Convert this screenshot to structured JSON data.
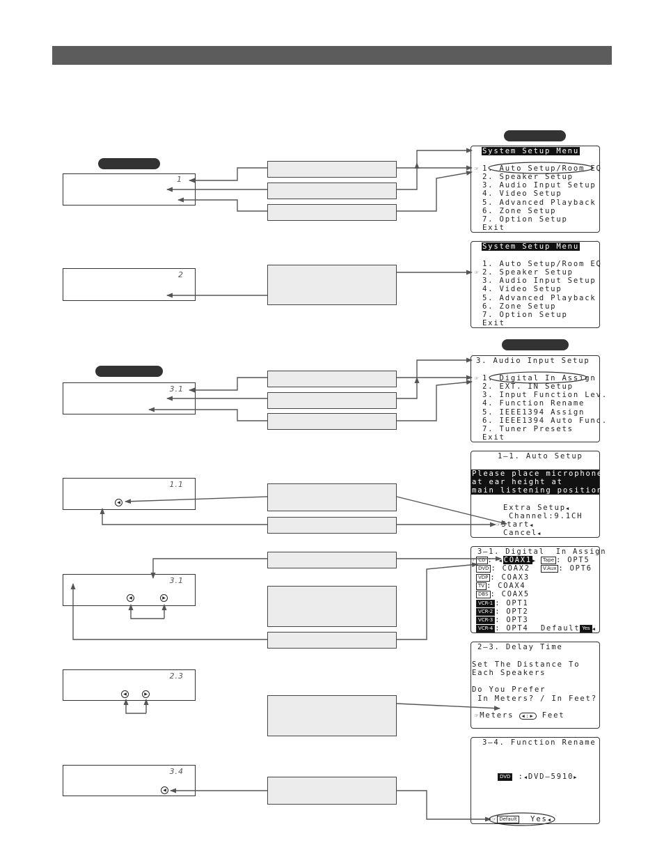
{
  "menu_main": {
    "title": "System Setup Menu",
    "items": [
      "1. Auto Setup/Room EQ",
      "2. Speaker Setup",
      "3. Audio Input Setup",
      "4. Video Setup",
      "5. Advanced Playback",
      "6. Zone Setup",
      "7. Option Setup",
      "Exit"
    ],
    "cursor": "☞"
  },
  "lcd_numbers": [
    "1",
    "2",
    "3.1",
    "1.1",
    "3.1",
    "2.3",
    "3.4"
  ],
  "menu_audio": {
    "title": "3. Audio Input Setup",
    "items": [
      "1. Digital In Assign",
      "2. EXT. IN Setup",
      "3. Input Function Lev.",
      "4. Function Rename",
      "5. IEEE1394 Assign",
      "6. IEEE1394 Auto Func.",
      "7. Tuner Presets",
      "Exit"
    ]
  },
  "auto_setup": {
    "title": "1–1. Auto Setup",
    "message": [
      "Please place microphone",
      "at ear height at",
      "main listening position."
    ],
    "extra": "Extra Setup",
    "channel": "Channel:9.1CH",
    "start": "Start",
    "cancel": "Cancel"
  },
  "digital_assign": {
    "title": "3–1. Digital  In Assign",
    "sources": [
      "CD",
      "DVD",
      "VDP",
      "TV",
      "DBS",
      "VCR-1",
      "VCR-2",
      "VCR-3",
      "VCR-4"
    ],
    "values": [
      "COAX1",
      "COAX2",
      "COAX3",
      "COAX4",
      "COAX5",
      "OPT1",
      "OPT2",
      "OPT3",
      "OPT4"
    ],
    "right_sources": [
      "Tape",
      "V.Aux"
    ],
    "right_values": [
      "OPT5",
      "OPT6"
    ],
    "default_label": "Default",
    "yes_label": "Yes"
  },
  "delay_time": {
    "title": "2–3. Delay Time",
    "lines": [
      "Set The Distance To",
      "Each Speakers",
      "",
      "Do You Prefer",
      " In Meters? / In Feet?"
    ],
    "meters": "Meters",
    "feet": "Feet"
  },
  "function_rename": {
    "title": "3–4. Function Rename",
    "source": "DVD",
    "name": "DVD–5910",
    "default_label": "Default",
    "yes_label": "Yes"
  }
}
